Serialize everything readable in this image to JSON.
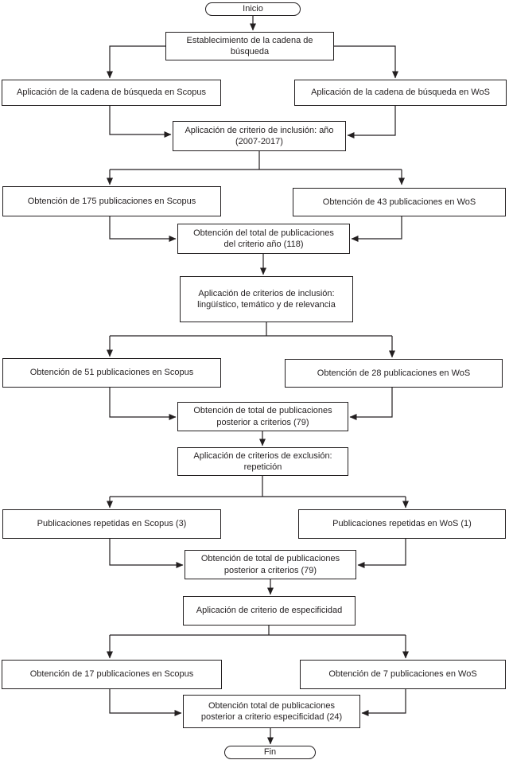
{
  "diagram": {
    "type": "flowchart",
    "colors": {
      "line": "#231f20",
      "box_background": "#ffffff",
      "text": "#231f20"
    },
    "nodes": {
      "inicio": "Inicio",
      "establecimiento": "Establecimiento de la cadena de\nbúsqueda",
      "aplicacion_scopus": "Aplicación de la cadena de búsqueda en Scopus",
      "aplicacion_wos": "Aplicación de la cadena de búsqueda en WoS",
      "criterio_anio": "Aplicación de criterio de inclusión: año\n(2007-2017)",
      "obtencion_175_scopus": "Obtención de 175 publicaciones en Scopus",
      "obtencion_43_wos": "Obtención de 43 publicaciones en WoS",
      "total_criterio_anio": "Obtención del total de publicaciones\ndel criterio año (118)",
      "criterios_inclusion": "Aplicación de criterios de inclusión:\nlingüístico, temático y de relevancia",
      "obtencion_51_scopus": "Obtención de 51 publicaciones en Scopus",
      "obtencion_28_wos": "Obtención de 28 publicaciones en WoS",
      "total_posterior_criterios_1": "Obtención de total de publicaciones\nposterior a criterios (79)",
      "criterios_exclusion": "Aplicación de criterios de exclusión:\nrepetición",
      "repetidas_scopus": "Publicaciones repetidas en Scopus (3)",
      "repetidas_wos": "Publicaciones repetidas en WoS (1)",
      "total_posterior_criterios_2": "Obtención de total de publicaciones\nposterior a criterios (79)",
      "criterio_especificidad": "Aplicación de criterio de especificidad",
      "obtencion_17_scopus": "Obtención de 17 publicaciones en Scopus",
      "obtencion_7_wos": "Obtención de 7 publicaciones en WoS",
      "total_especificidad": "Obtención total de publicaciones\nposterior a criterio especificidad (24)",
      "fin": "Fin"
    }
  }
}
